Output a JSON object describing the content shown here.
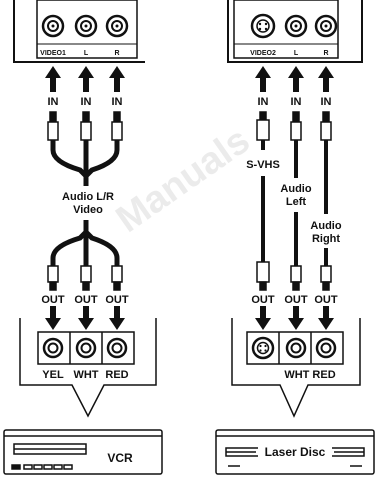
{
  "left": {
    "tv_jacks": [
      "VIDEO1",
      "L",
      "R"
    ],
    "in_labels": [
      "IN",
      "IN",
      "IN"
    ],
    "middle_label": [
      "Audio L/R",
      "Video"
    ],
    "out_labels": [
      "OUT",
      "OUT",
      "OUT"
    ],
    "source_jacks": [
      "YEL",
      "WHT",
      "RED"
    ],
    "device_label": "VCR"
  },
  "right": {
    "tv_jacks": [
      "VIDEO2",
      "L",
      "R"
    ],
    "in_labels": [
      "IN",
      "IN",
      "IN"
    ],
    "cable_labels": {
      "svhs": "S-VHS",
      "audio_left": [
        "Audio",
        "Left"
      ],
      "audio_right": [
        "Audio",
        "Right"
      ]
    },
    "out_labels": [
      "OUT",
      "OUT",
      "OUT"
    ],
    "source_jack_label": "WHT RED",
    "device_label": "Laser Disc"
  },
  "watermark": "Manuals",
  "colors": {
    "line": "#111111",
    "background": "#ffffff",
    "watermark": "#c8c8c8"
  }
}
